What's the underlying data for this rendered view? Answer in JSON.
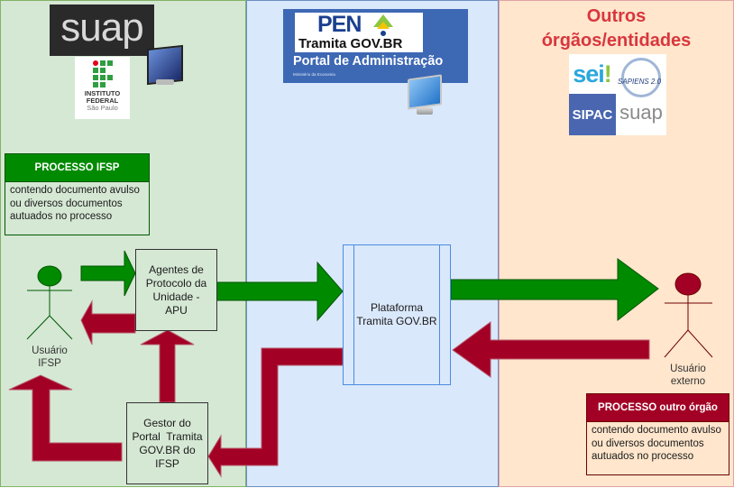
{
  "lanes": {
    "ifsp": {
      "logos": {
        "suap": "suap",
        "instituto_line1": "INSTITUTO",
        "instituto_line2": "FEDERAL",
        "instituto_line3": "São Paulo"
      }
    },
    "portal": {
      "logo": {
        "pen": "PEN",
        "tramita": "Tramita GOV.BR",
        "portal": "Portal de Administração",
        "ministerio": "Ministério da Economia"
      }
    },
    "outros": {
      "title_line1": "Outros",
      "title_line2": "órgãos/entidades",
      "logos": {
        "sei": "sei",
        "sapiens": "SAPIENS 2.0",
        "sipac": "SIPAC",
        "suap": "suap"
      }
    }
  },
  "process_ifsp": {
    "header": "PROCESSO IFSP",
    "body": "contendo documento avulso ou diversos documentos autuados no processo"
  },
  "process_outro": {
    "header": "PROCESSO outro órgão",
    "body": "contendo documento avulso ou diversos documentos autuados no processo"
  },
  "nodes": {
    "apu": "Agentes de Protocolo da Unidade - APU",
    "gestor": "Gestor do Portal  Tramita GOV.BR do IFSP",
    "plataforma": "Plataforma Tramita GOV.BR"
  },
  "actors": {
    "usuario_ifsp_line1": "Usuário",
    "usuario_ifsp_line2": "IFSP",
    "usuario_externo_line1": "Usuário",
    "usuario_externo_line2": "externo"
  },
  "colors": {
    "green": "#008a00",
    "green_dark": "#005700",
    "red": "#a20025",
    "red_dark": "#6f0000",
    "title_red": "#d9363e",
    "portal_blue": "#3d68b4"
  }
}
